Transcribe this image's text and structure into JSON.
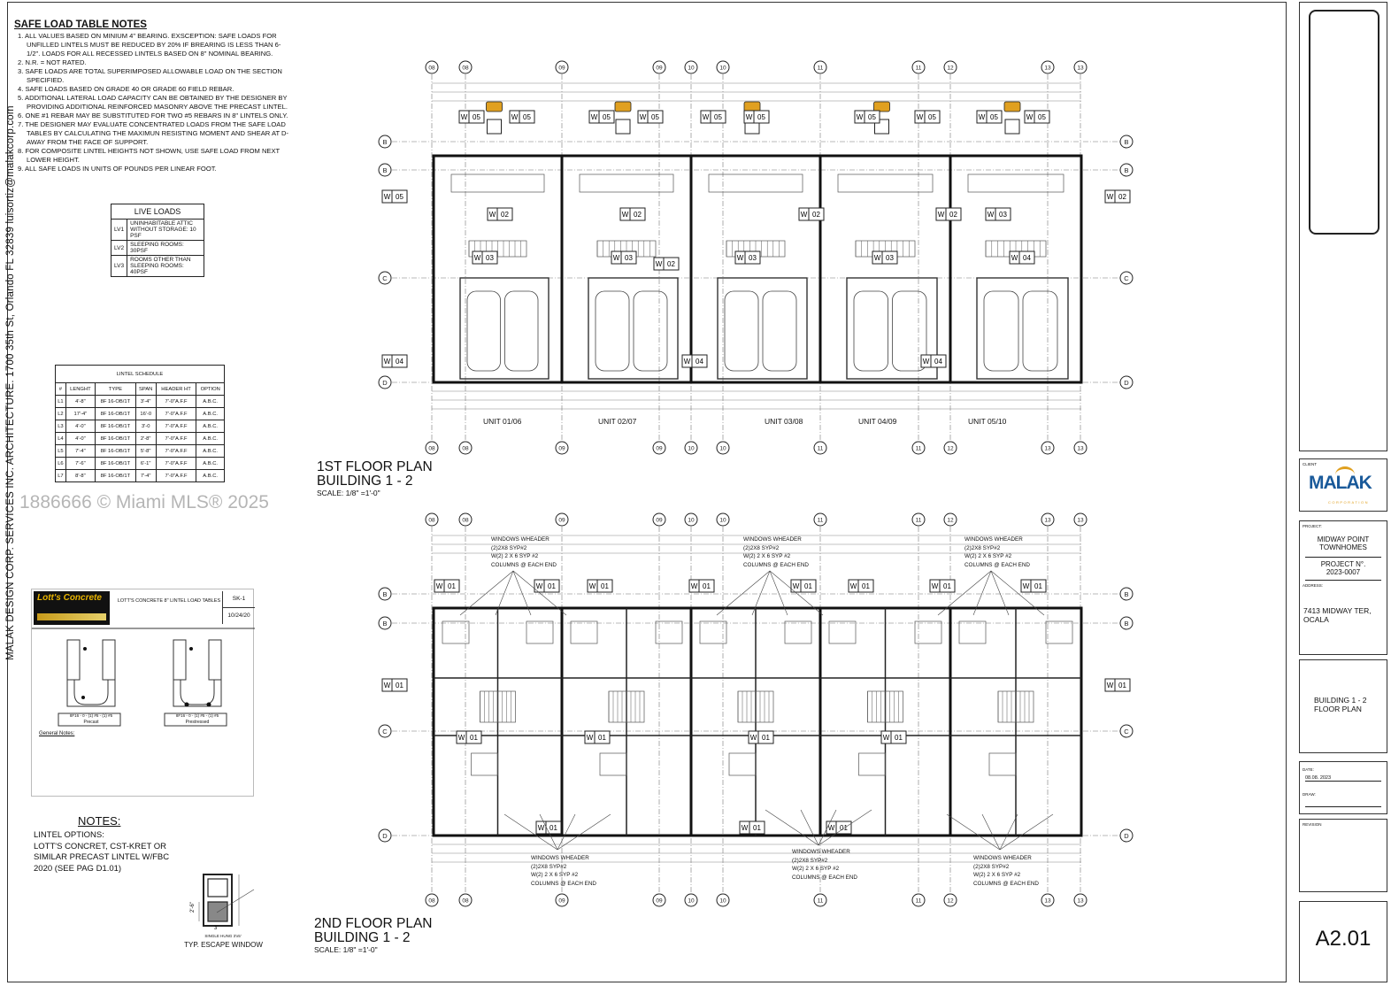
{
  "safe_load_notes": {
    "title": "SAFE LOAD TABLE NOTES",
    "items": [
      "1. ALL VALUES BASED ON MINIUM 4\" BEARING. EXSCEPTION: SAFE LOADS FOR UNFILLED LINTELS MUST BE REDUCED BY 20% IF BREARING IS LESS THAN 6-1/2\". LOADS FOR ALL RECESSED LINTELS BASED ON 8\" NOMINAL BEARING.",
      "2. N.R. = NOT RATED.",
      "3. SAFE LOADS ARE TOTAL SUPERIMPOSED ALLOWABLE LOAD ON THE SECTION SPECIFIED.",
      "4. SAFE LOADS BASED ON GRADE 40 OR GRADE 60 FIELD REBAR.",
      "5. ADDITIONAL LATERAL LOAD CAPACITY CAN BE OBTAINED BY THE DESIGNER BY PROVIDING ADDITIONAL REINFORCED MASONRY ABOVE THE PRECAST LINTEL.",
      "6. ONE #1 REBAR MAY BE SUBSTITUTED FOR TWO #5 REBARS IN 8\" LINTELS ONLY.",
      "7. THE DESIGNER MAY EVALUATE CONCENTRATED LOADS FROM THE SAFE LOAD TABLES BY CALCULATING THE MAXIMUN RESISTING MOMENT AND SHEAR AT D-AWAY FROM THE FACE OF SUPPORT.",
      "8. FOR COMPOSITE LINTEL HEIGHTS NOT SHOWN, USE SAFE LOAD FROM NEXT LOWER HEIGHT.",
      "9. ALL SAFE LOADS IN UNITS OF POUNDS PER LINEAR FOOT."
    ]
  },
  "live_loads": {
    "title": "LIVE LOADS",
    "rows": [
      {
        "id": "LV1",
        "desc": "UNINHABITABLE ATTIC WITHOUT STORAGE: 10 PSF"
      },
      {
        "id": "LV2",
        "desc": "SLEEPING ROOMS: 30PSF"
      },
      {
        "id": "LV3",
        "desc": "ROOMS OTHER THAN SLEEPING ROOMS: 40PSF"
      }
    ]
  },
  "lintel_schedule": {
    "title": "LINTEL SCHEDULE",
    "headers": [
      "#",
      "LENGHT",
      "TYPE",
      "SPAN",
      "HEADER HT",
      "OPTION"
    ],
    "rows": [
      [
        "L1",
        "4'-8\"",
        "8F 16-OB/1T",
        "3'-4\"",
        "7'-0\"A.F.F",
        "A.B.C."
      ],
      [
        "L2",
        "17'-4\"",
        "8F 16-OB/1T",
        "16'-0",
        "7'-0\"A.F.F",
        "A.B.C."
      ],
      [
        "L3",
        "4'-0\"",
        "8F 16-OB/1T",
        "3'-0",
        "7'-0\"A.F.F",
        "A.B.C."
      ],
      [
        "L4",
        "4'-0\"",
        "8F 16-OB/1T",
        "2'-8\"",
        "7'-0\"A.F.F",
        "A.B.C."
      ],
      [
        "L5",
        "7'-4\"",
        "8F 16-OB/1T",
        "5'-8\"",
        "7'-0\"A.F.F",
        "A.B.C."
      ],
      [
        "L6",
        "7'-6\"",
        "8F 16-OB/1T",
        "6'-1\"",
        "7'-0\"A.F.F",
        "A.B.C."
      ],
      [
        "L7",
        "8'-8\"",
        "8F 16-OB/1T",
        "7'-4\"",
        "7'-0\"A.F.F",
        "A.B.C."
      ]
    ]
  },
  "sidebar_text": "MALAK DESIGN CORP. SERVICES INC. ARCHITECTURE. 1700 35th St, Orlando FL 32839  luisortiz@malakcorp.com",
  "watermark": "1886666 © Miami MLS® 2025",
  "lotts_concrete": {
    "logo": "Lott's Concrete",
    "title": "LOTT'S CONCRETE 8\" LINTEL LOAD TABLES",
    "sheet": "SK-1",
    "date": "10/24/20",
    "left_label": "8F16 - 0 - (1) #5 - (1) #5",
    "left_caption": "Precast",
    "right_label": "8F16 - 0 - (1) #5 - (1) #5",
    "right_caption": "Prestressed",
    "general_notes": "General Notes:"
  },
  "notes": {
    "title": "NOTES:",
    "lines": [
      "LINTEL OPTIONS:",
      "LOTT'S CONCRET, CST-KRET OR",
      "SIMILAR PRECAST LINTEL W/FBC",
      "2020 (SEE PAG D1.01)"
    ]
  },
  "escape_window": {
    "sub": "SINGLE HUNG 3'x5'",
    "title": "TYP. ESCAPE WINDOW",
    "width_dim": "3'",
    "height_dim": "2'-6\""
  },
  "plan1": {
    "title": "1ST  FLOOR PLAN",
    "building": "BUILDING 1 - 2",
    "scale": "SCALE: 1/8\" =1'-0\"",
    "units": [
      "UNIT 01/06",
      "UNIT 02/07",
      "UNIT 03/08",
      "UNIT 04/09",
      "UNIT 05/10"
    ],
    "grid_cols": [
      "08",
      "08",
      "09",
      "09",
      "10",
      "10",
      "11",
      "11",
      "12",
      "13",
      "13"
    ],
    "grid_rows": [
      "B",
      "B",
      "C",
      "D"
    ],
    "window_tags": [
      "W",
      "05",
      "05",
      "05",
      "05",
      "05",
      "05",
      "05",
      "05",
      "05",
      "05",
      "05",
      "02",
      "02",
      "02",
      "02",
      "02",
      "02",
      "03",
      "03",
      "03",
      "03",
      "03",
      "04",
      "04",
      "04",
      "04"
    ]
  },
  "plan2": {
    "title": "2ND  FLOOR PLAN",
    "building": "BUILDING 1 - 2",
    "scale": "SCALE: 1/8\" =1'-0\"",
    "grid_cols": [
      "08",
      "08",
      "09",
      "09",
      "10",
      "10",
      "11",
      "11",
      "12",
      "13",
      "13"
    ],
    "grid_rows": [
      "B",
      "B",
      "C",
      "D"
    ],
    "window_tags": [
      "W",
      "01",
      "01",
      "01",
      "01",
      "01",
      "01",
      "01",
      "01",
      "01",
      "01",
      "01",
      "01",
      "01",
      "01",
      "01",
      "01",
      "01"
    ],
    "header_note": [
      "WINDOWS WHEADER",
      "(2)2X8 SYP#2",
      "W(2) 2 X 6 SYP #2",
      "COLUMNS @ EACH END"
    ]
  },
  "title_block": {
    "client_label": "CLIENT",
    "logo": "MALAK",
    "logo_sub": "CORPORATION",
    "project_label": "PROJECT:",
    "project_name": "MIDWAY POINT TOWNHOMES",
    "project_no": "PROJECT N°. 2023-0007",
    "address_label": "ADDRESS:",
    "address": "7413 MIDWAY TER, OCALA",
    "sheet_desc": "BUILDING 1 - 2 FLOOR PLAN",
    "date_label": "DATE:",
    "date": "08.08. 2023",
    "draw_label": "DRAW:",
    "revision_label": "REVISION",
    "sheet_no": "A2.01"
  },
  "colors": {
    "line": "#222222",
    "accent": "#e0a020",
    "logo_blue": "#1a5a9a"
  }
}
